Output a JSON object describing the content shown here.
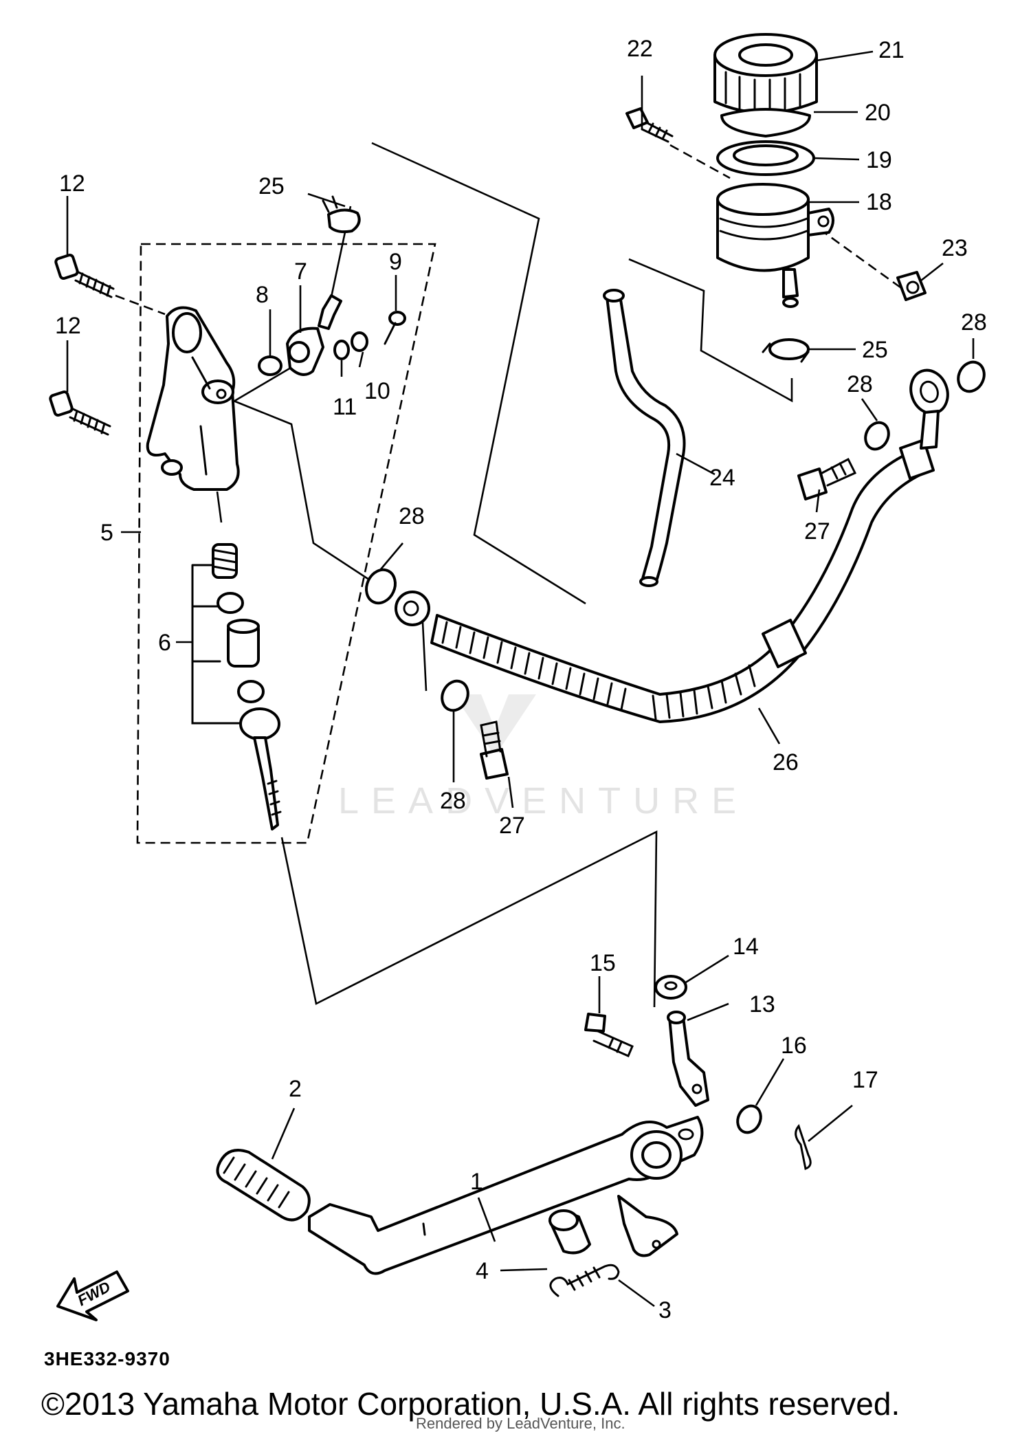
{
  "diagram": {
    "callouts": [
      {
        "id": "p1",
        "text": "1"
      },
      {
        "id": "p2",
        "text": "2"
      },
      {
        "id": "p3",
        "text": "3"
      },
      {
        "id": "p4",
        "text": "4"
      },
      {
        "id": "p5",
        "text": "5"
      },
      {
        "id": "p6",
        "text": "6"
      },
      {
        "id": "p7",
        "text": "7"
      },
      {
        "id": "p8",
        "text": "8"
      },
      {
        "id": "p9",
        "text": "9"
      },
      {
        "id": "p10",
        "text": "10"
      },
      {
        "id": "p11",
        "text": "11"
      },
      {
        "id": "p12a",
        "text": "12"
      },
      {
        "id": "p12b",
        "text": "12"
      },
      {
        "id": "p13",
        "text": "13"
      },
      {
        "id": "p14",
        "text": "14"
      },
      {
        "id": "p15",
        "text": "15"
      },
      {
        "id": "p16",
        "text": "16"
      },
      {
        "id": "p17",
        "text": "17"
      },
      {
        "id": "p18",
        "text": "18"
      },
      {
        "id": "p19",
        "text": "19"
      },
      {
        "id": "p20",
        "text": "20"
      },
      {
        "id": "p21",
        "text": "21"
      },
      {
        "id": "p22",
        "text": "22"
      },
      {
        "id": "p23",
        "text": "23"
      },
      {
        "id": "p24",
        "text": "24"
      },
      {
        "id": "p25a",
        "text": "25"
      },
      {
        "id": "p25b",
        "text": "25"
      },
      {
        "id": "p26",
        "text": "26"
      },
      {
        "id": "p27a",
        "text": "27"
      },
      {
        "id": "p27b",
        "text": "27"
      },
      {
        "id": "p28a",
        "text": "28"
      },
      {
        "id": "p28b",
        "text": "28"
      },
      {
        "id": "p28c",
        "text": "28"
      },
      {
        "id": "p28d",
        "text": "28"
      }
    ],
    "fwd_label": "FWD",
    "watermark": "LEADVENTURE",
    "reference_code": "3HE332-9370",
    "copyright": "©2013 Yamaha Motor Corporation, U.S.A. All rights reserved.",
    "rendered_by": "Rendered by LeadVenture, Inc."
  }
}
